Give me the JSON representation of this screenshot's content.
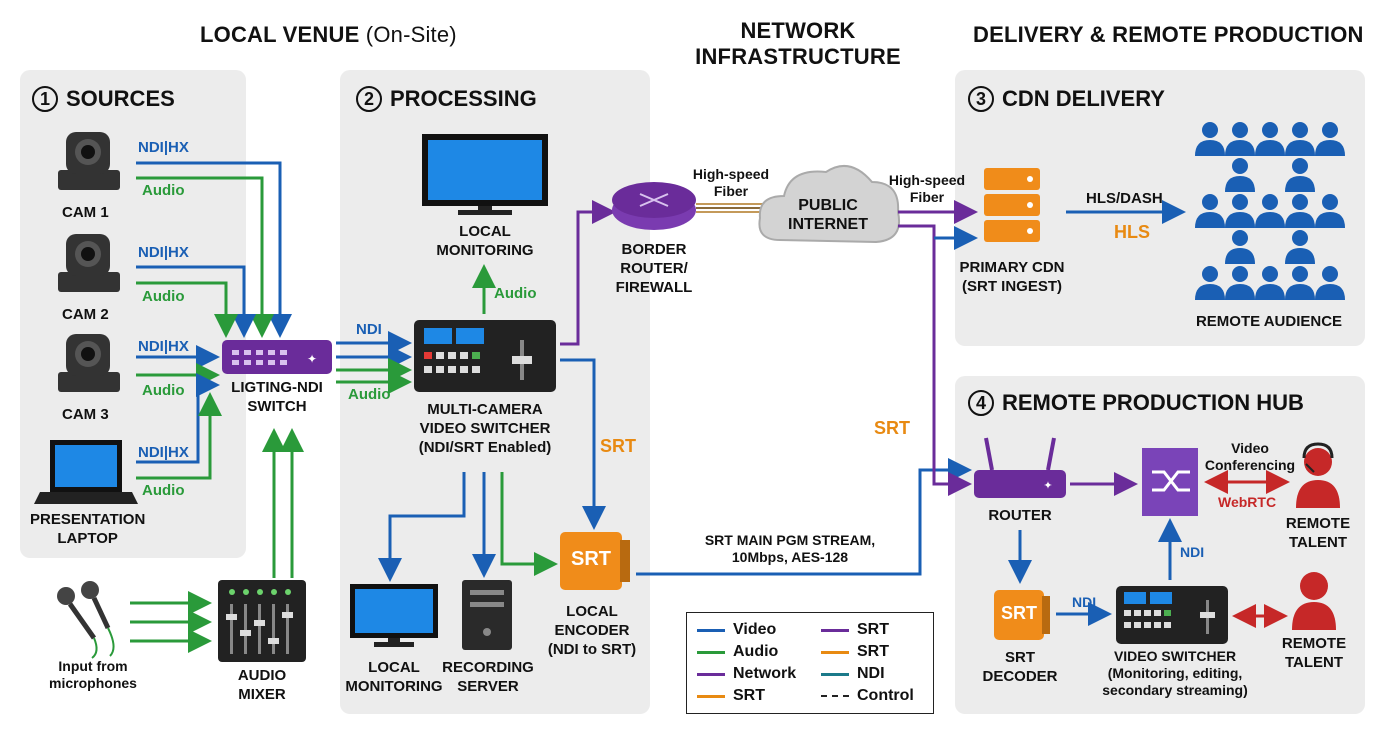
{
  "headers": {
    "local_venue": "LOCAL VENUE",
    "local_venue_sub": "(On-Site)",
    "network_line1": "NETWORK",
    "network_line2": "INFRASTRUCTURE",
    "delivery": "DELIVERY & REMOTE PRODUCTION"
  },
  "sections": {
    "sources": {
      "num": "1",
      "title": "SOURCES"
    },
    "processing": {
      "num": "2",
      "title": "PROCESSING"
    },
    "cdn": {
      "num": "3",
      "title": "CDN DELIVERY"
    },
    "remote_hub": {
      "num": "4",
      "title": "REMOTE PRODUCTION HUB"
    }
  },
  "sources": {
    "cam1": "CAM 1",
    "cam2": "CAM 2",
    "cam3": "CAM 3",
    "laptop_line1": "PRESENTATION",
    "laptop_line2": "LAPTOP",
    "ndi_hx": "NDI|HX",
    "audio": "Audio",
    "switch_line1": "LIGTING-NDI",
    "switch_line2": "SWITCH",
    "mic_line1": "Input from",
    "mic_line2": "microphones",
    "mixer_line1": "AUDIO",
    "mixer_line2": "MIXER"
  },
  "processing": {
    "local_monitor_top_line1": "LOCAL",
    "local_monitor_top_line2": "MONITORING",
    "audio_up": "Audio",
    "ndi_in": "NDI",
    "audio_in": "Audio",
    "switcher_line1": "MULTI-CAMERA",
    "switcher_line2": "VIDEO SWITCHER",
    "switcher_line3": "(NDI/SRT Enabled)",
    "srt_label": "SRT",
    "local_monitor_bottom_line1": "LOCAL",
    "local_monitor_bottom_line2": "MONITORING",
    "recording_line1": "RECORDING",
    "recording_line2": "SERVER",
    "encoder_badge": "SRT",
    "encoder_line1": "LOCAL",
    "encoder_line2": "ENCODER",
    "encoder_line3": "(NDI to SRT)"
  },
  "network": {
    "fiber1_line1": "High-speed",
    "fiber1_line2": "Fiber",
    "router_line1": "BORDER",
    "router_line2": "ROUTER/",
    "router_line3": "FIREWALL",
    "cloud_line1": "PUBLIC",
    "cloud_line2": "INTERNET",
    "fiber2_line1": "High-speed",
    "fiber2_line2": "Fiber",
    "srt_vertical": "SRT",
    "stream_line1": "SRT MAIN PGM STREAM,",
    "stream_line2": "10Mbps, AES-128"
  },
  "cdn": {
    "hls_dash": "HLS/DASH",
    "hls": "HLS",
    "primary_line1": "PRIMARY CDN",
    "primary_line2": "(SRT INGEST)",
    "audience": "REMOTE AUDIENCE"
  },
  "remote_hub": {
    "router": "ROUTER",
    "video_conf_line1": "Video",
    "video_conf_line2": "Conferencing",
    "webrtc": "WebRTC",
    "talent1_line1": "REMOTE",
    "talent1_line2": "TALENT",
    "ndi_up": "NDI",
    "decoder_badge": "SRT",
    "decoder_line1": "SRT",
    "decoder_line2": "DECODER",
    "ndi_right": "NDI",
    "switcher_line1": "VIDEO SWITCHER",
    "switcher_line2": "(Monitoring, editing,",
    "switcher_line3": "secondary streaming)",
    "talent2_line1": "REMOTE",
    "talent2_line2": "TALENT"
  },
  "legend": [
    {
      "label": "Video",
      "color": "#1a5fb4",
      "style": "solid"
    },
    {
      "label": "Audio",
      "color": "#2a9a3a",
      "style": "solid"
    },
    {
      "label": "Network",
      "color": "#6a2c9a",
      "style": "solid"
    },
    {
      "label": "SRT",
      "color": "#e88a12",
      "style": "solid"
    },
    {
      "label": "SRT",
      "color": "#6a2c9a",
      "style": "solid"
    },
    {
      "label": "SRT",
      "color": "#e88a12",
      "style": "solid"
    },
    {
      "label": "NDI",
      "color": "#1b7a8a",
      "style": "solid"
    },
    {
      "label": "Control",
      "color": "#222222",
      "style": "dashed"
    }
  ],
  "colors": {
    "video": "#1a5fb4",
    "audio": "#2a9a3a",
    "network": "#6a2c9a",
    "srt": "#e88a12",
    "webrtc": "#c62828",
    "panel": "#ececec"
  }
}
